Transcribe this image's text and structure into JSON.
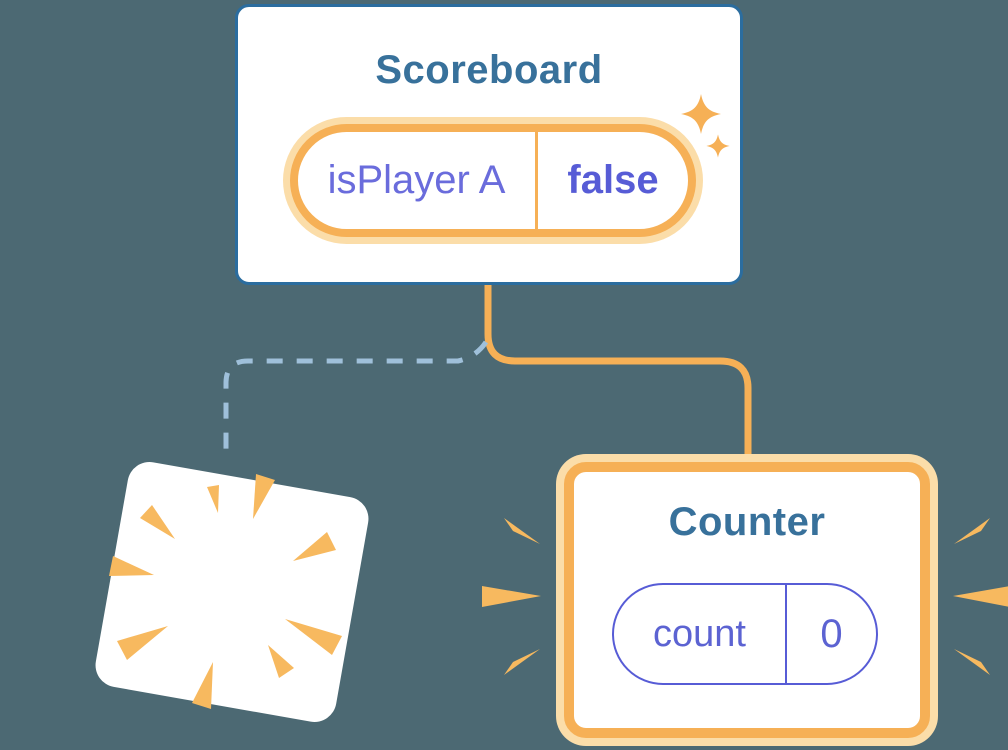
{
  "background": "#4C6973",
  "palette": {
    "card_border_blue": "#2B6D9F",
    "title_blue": "#38719B",
    "accent_orange": "#F6B056",
    "accent_orange_light": "#FBDDA9",
    "ray_orange": "#F7B95F",
    "state_purple": "#6A6CDC",
    "state_purple_bold": "#575CD6",
    "dashed_line_blue": "#9FC0DA",
    "card_white": "#FFFFFF"
  },
  "scoreboard": {
    "title": "Scoreboard",
    "state_pill": {
      "key": "isPlayer A",
      "value": "false"
    }
  },
  "counter": {
    "title": "Counter",
    "state_pill": {
      "key": "count",
      "value": "0"
    }
  },
  "decorations": {
    "sparkles": [
      "sparkle-icon-large",
      "sparkle-icon-small"
    ],
    "removed_card_burst": "explosion-burst-icon",
    "counter_emphasis": [
      "emphasis-rays-left-icon",
      "emphasis-rays-right-icon"
    ],
    "active_connector": "solid-orange-connector-line",
    "removed_connector": "dashed-blue-connector-line"
  }
}
